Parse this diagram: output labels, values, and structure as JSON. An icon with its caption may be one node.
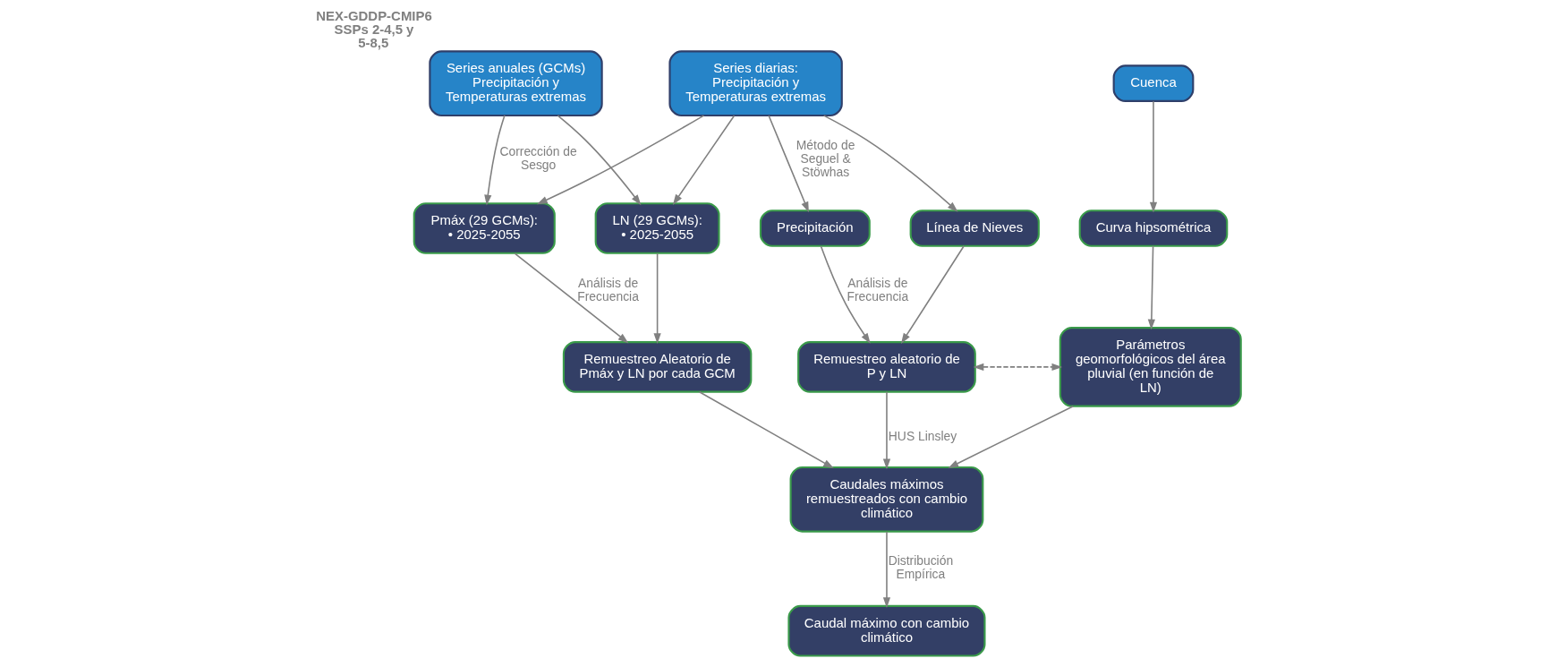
{
  "diagram": {
    "nodes": [
      {
        "text": [
          "Series anuales (GCMs) Precipitación y Temperaturas extremas"
        ],
        "beside": [
          "NEX-GDDP-CMIP6 SSPs 2-4,5 y 5-8,5"
        ]
      },
      {
        "text": [
          "Series diarias: Precipitación y Temperaturas extremas"
        ]
      },
      {
        "text": [
          "Cuenca"
        ]
      },
      {
        "text": [
          "Pmáx (29 GCMs):",
          "• 2025-2055"
        ]
      },
      {
        "text": [
          "LN (29 GCMs):",
          "• 2025-2055"
        ]
      },
      {
        "text": [
          "Precipitación"
        ]
      },
      {
        "text": [
          "Línea de Nieves"
        ]
      },
      {
        "text": [
          "Curva hipsométrica"
        ]
      },
      {
        "text": [
          "Remuestreo Aleatorio de Pmáx y LN por cada GCM"
        ]
      },
      {
        "text": [
          "Remuestreo aleatorio de P y LN"
        ]
      },
      {
        "text": [
          "Parámetros geomorfológicos del área pluvial (en función de LN)"
        ]
      },
      {
        "text": [
          "Caudales máximos remuestreados con cambio climático"
        ]
      },
      {
        "text": [
          "Caudal máximo con cambio climático"
        ]
      }
    ],
    "edges": [
      {
        "from": 0,
        "to": 3,
        "arrow": "to",
        "label": "Corrección de Sesgo"
      },
      {
        "from": 0,
        "to": 4,
        "arrow": "to"
      },
      {
        "from": 1,
        "to": 3,
        "arrow": "to"
      },
      {
        "from": 1,
        "to": 4,
        "arrow": "to"
      },
      {
        "from": 1,
        "to": 5,
        "arrow": "to",
        "label": "Método de Seguel & Stöwhas"
      },
      {
        "from": 1,
        "to": 6,
        "arrow": "to"
      },
      {
        "from": 2,
        "to": 7,
        "arrow": "to"
      },
      {
        "from": 3,
        "to": 8,
        "arrow": "to",
        "label": "Análisis de Frecuencia"
      },
      {
        "from": 4,
        "to": 8,
        "arrow": "to"
      },
      {
        "from": 5,
        "to": 9,
        "arrow": "to",
        "label": "Análisis de Frecuencia"
      },
      {
        "from": 6,
        "to": 9,
        "arrow": "to"
      },
      {
        "from": 7,
        "to": 10,
        "arrow": "to"
      },
      {
        "from": 9,
        "to": 10,
        "arrow": "both",
        "style": "dashed"
      },
      {
        "from": 9,
        "to": 11,
        "arrow": "to",
        "label": "HUS Linsley"
      },
      {
        "from": 10,
        "to": 11,
        "arrow": "to"
      },
      {
        "from": 8,
        "to": 11,
        "arrow": "to"
      },
      {
        "from": 11,
        "to": 12,
        "arrow": "to",
        "label": "Distribución Empírica"
      }
    ]
  }
}
